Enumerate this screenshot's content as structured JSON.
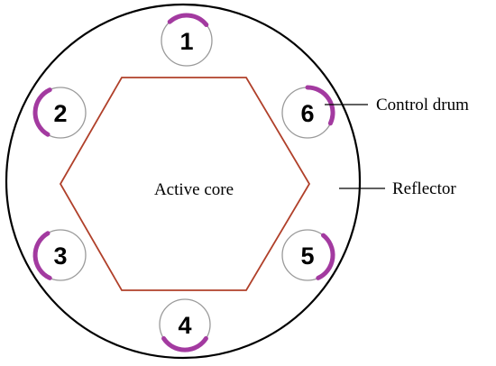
{
  "labels": {
    "control_drum": "Control drum",
    "reflector": "Reflector",
    "active_core": "Active core"
  },
  "drums": [
    {
      "number": "1"
    },
    {
      "number": "2"
    },
    {
      "number": "3"
    },
    {
      "number": "4"
    },
    {
      "number": "5"
    },
    {
      "number": "6"
    }
  ],
  "colors": {
    "outline": "#000000",
    "drum_outline": "#9a9a9a",
    "absorber_arc": "#a33aa0",
    "core_hexagon": "#b0402a"
  }
}
